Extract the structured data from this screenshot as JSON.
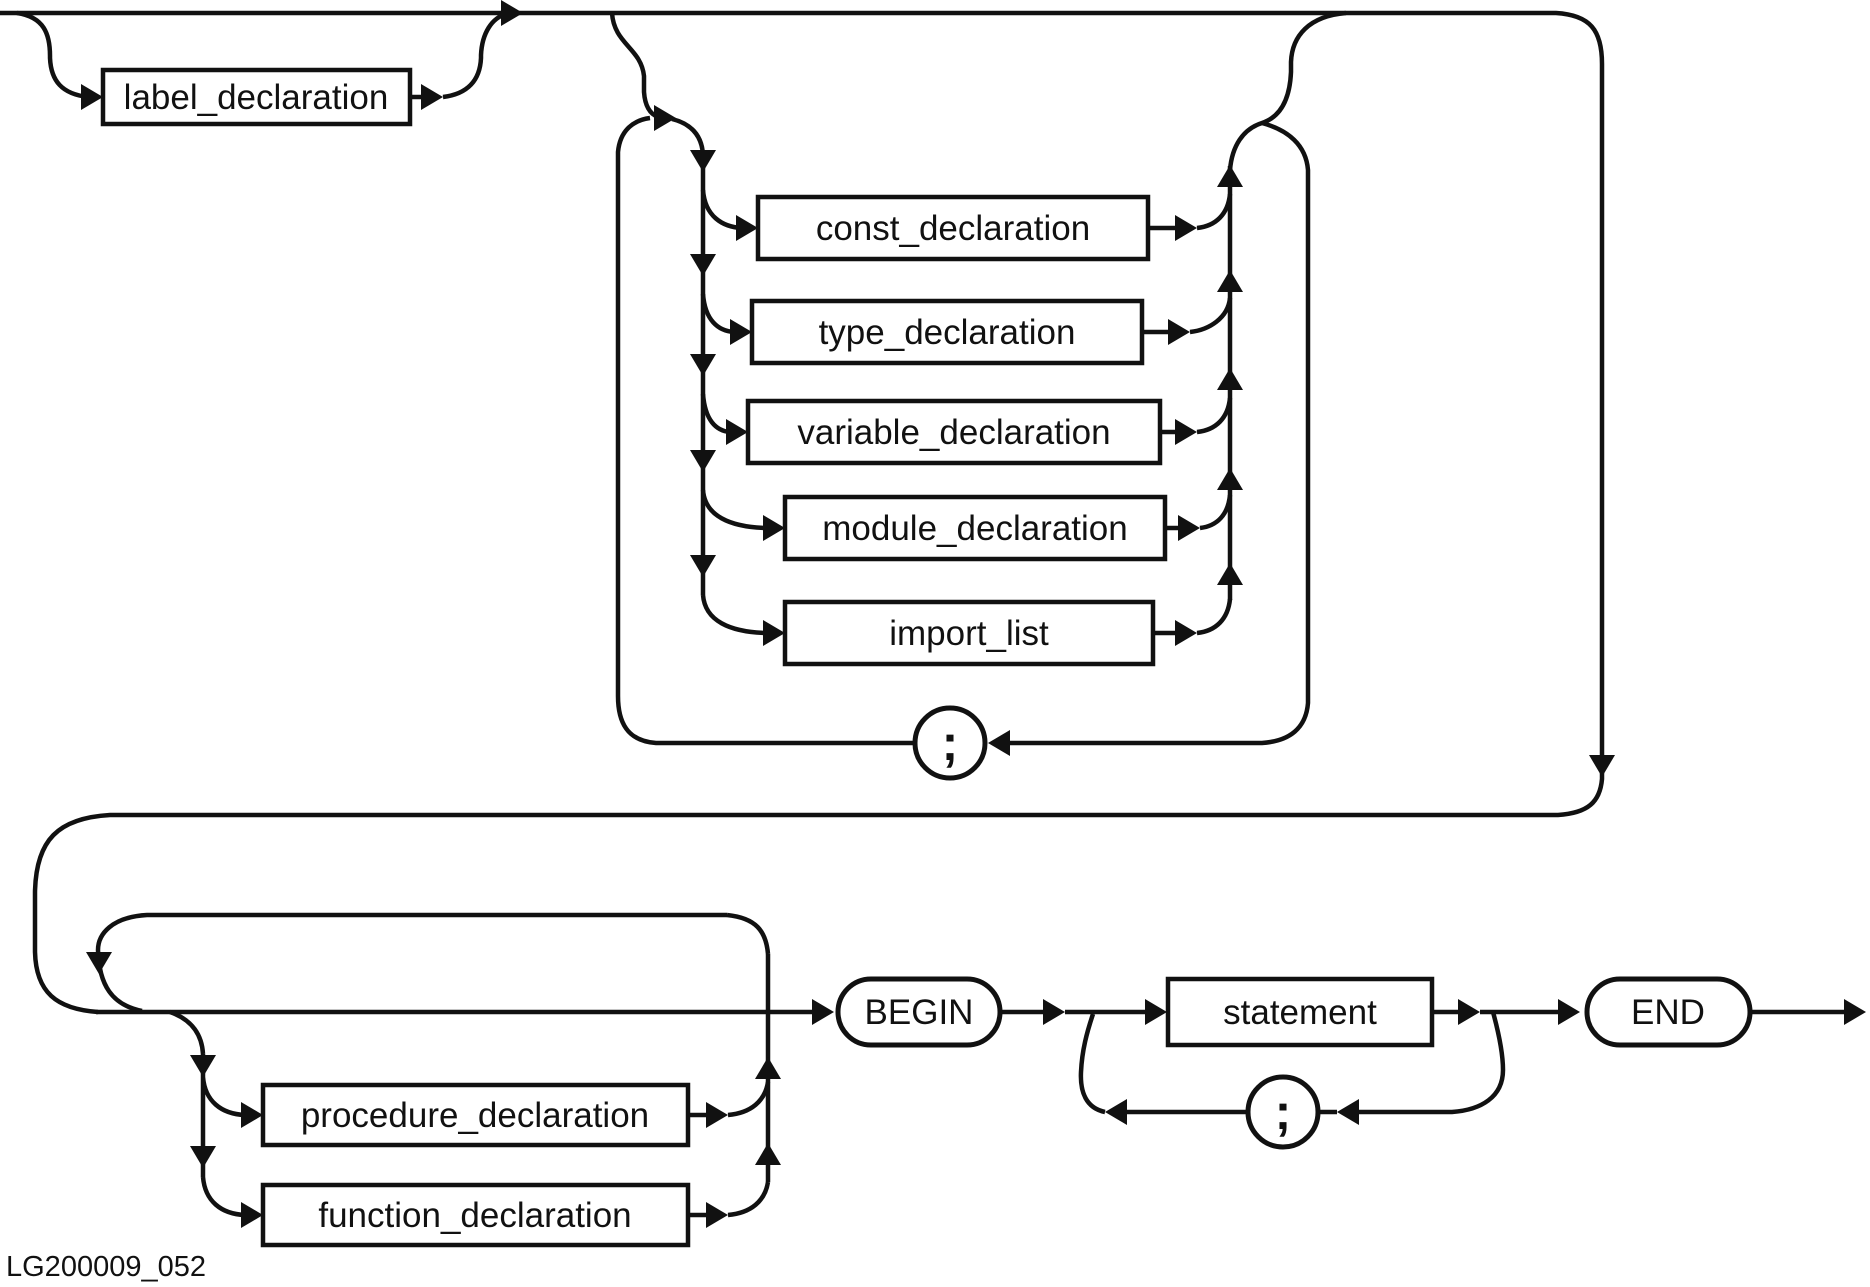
{
  "diagram": {
    "caption": "LG200009_052",
    "colors": {
      "ink": "#111111",
      "background": "#ffffff"
    },
    "nodes": {
      "label_declaration": "label_declaration",
      "const_declaration": "const_declaration",
      "type_declaration": "type_declaration",
      "variable_declaration": "variable_declaration",
      "module_declaration": "module_declaration",
      "import_list": "import_list",
      "semicolon_top": ";",
      "procedure_declaration": "procedure_declaration",
      "function_declaration": "function_declaration",
      "begin_keyword": "BEGIN",
      "statement": "statement",
      "end_keyword": "END",
      "semicolon_bottom": ";"
    }
  }
}
